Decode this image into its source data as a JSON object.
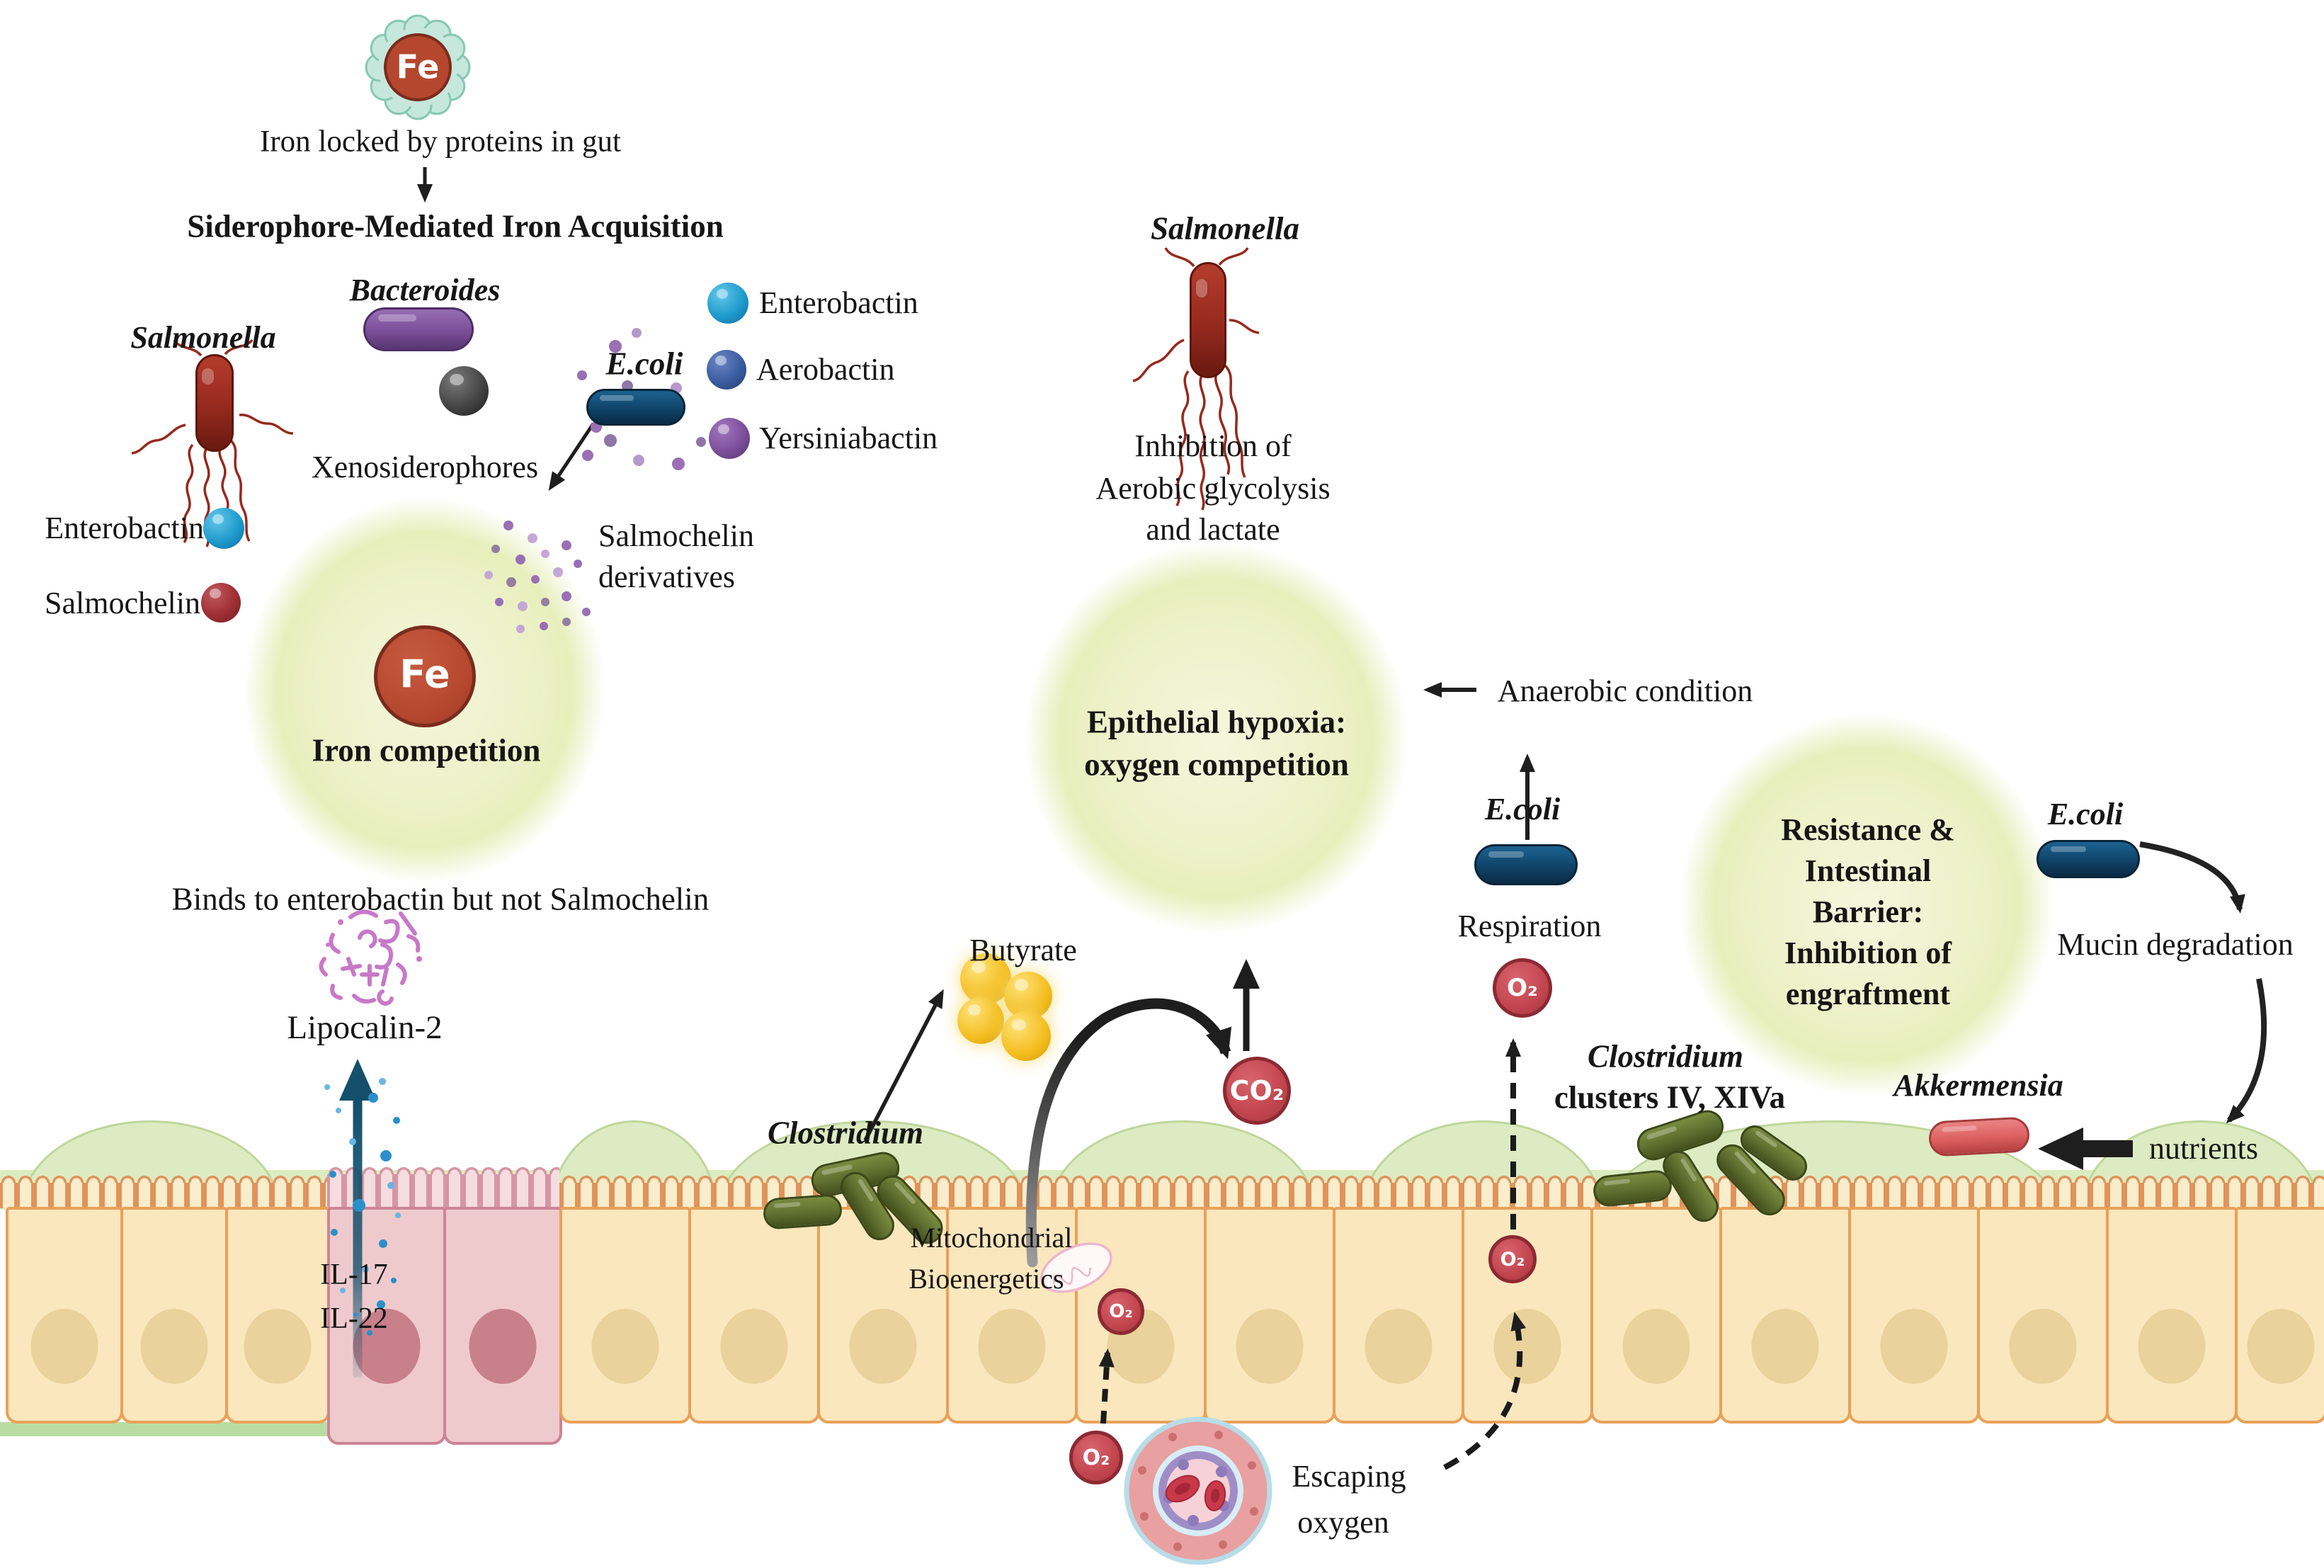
{
  "gas": {
    "o2": "O₂",
    "co2": "CO₂"
  },
  "iron": {
    "fe": "Fe",
    "locked_caption": "Iron locked by proteins in gut",
    "title": "Siderophore-Mediated Iron Acquisition",
    "bacteroides": "Bacteroides",
    "salmonella": "Salmonella",
    "ecoli": "E.coli",
    "xenosiderophores": "Xenosiderophores",
    "legend": [
      {
        "label": "Enterobactin",
        "color": "#1F9BCE"
      },
      {
        "label": "Aerobactin",
        "color": "#3A5BA0"
      },
      {
        "label": "Yersiniabactin",
        "color": "#7B4F9B"
      }
    ],
    "enterobactin": "Enterobactin",
    "salmochelin": "Salmochelin",
    "derivatives_line1": "Salmochelin",
    "derivatives_line2": "derivatives",
    "competition": "Iron competition",
    "binds_caption": "Binds to enterobactin but not Salmochelin",
    "lipocalin": "Lipocalin-2",
    "il17": "IL-17",
    "il22": "IL-22"
  },
  "hypoxia": {
    "salmonella": "Salmonella",
    "inhibition_lines": [
      "Inhibition of",
      "Aerobic glycolysis",
      "and lactate"
    ],
    "circle_lines": [
      "Epithelial hypoxia:",
      "oxygen competition"
    ],
    "anaerobic": "Anaerobic condition",
    "ecoli": "E.coli",
    "respiration": "Respiration",
    "butyrate": "Butyrate",
    "clostridium": "Clostridium",
    "mito_lines": [
      "Mitochondrial",
      "Bioenergetics"
    ],
    "escaping_lines": [
      "Escaping",
      "oxygen"
    ]
  },
  "resistance": {
    "circle_lines": [
      "Resistance &",
      "Intestinal",
      "Barrier:",
      "Inhibition of",
      "engraftment"
    ],
    "ecoli": "E.coli",
    "mucin": "Mucin degradation",
    "clostridium_lines": [
      "Clostridium",
      "clusters IV, XIVa"
    ],
    "akkermensia": "Akkermensia",
    "nutrients": "nutrients"
  },
  "colors": {
    "highlight_circle_green": "#EAF0C4",
    "mucus_green": "#DCEBC1",
    "cell_yellow": "#FAE7BD",
    "cell_border_orange": "#E8A159",
    "pink_cell": "#EFCACD",
    "ecoli_navy": "#0F4368",
    "salmonella_red": "#96291D",
    "bacteroides_purple": "#7C4E97",
    "clostridium_olive": "#5E6E2F",
    "akkermensia_red": "#DD5F5F",
    "enterobactin_cyan": "#1F9BCE",
    "aerobactin_blue": "#3A5BA0",
    "yersiniabactin_purple": "#7B4F9B",
    "salmochelin_red": "#9E2F33",
    "butyrate_gold": "#F3BD1E",
    "gas_red": "#C2454E",
    "lipocalin_orchid": "#C878C8",
    "secretion_teal": "#14506B",
    "fe_rust": "#B5472E"
  }
}
